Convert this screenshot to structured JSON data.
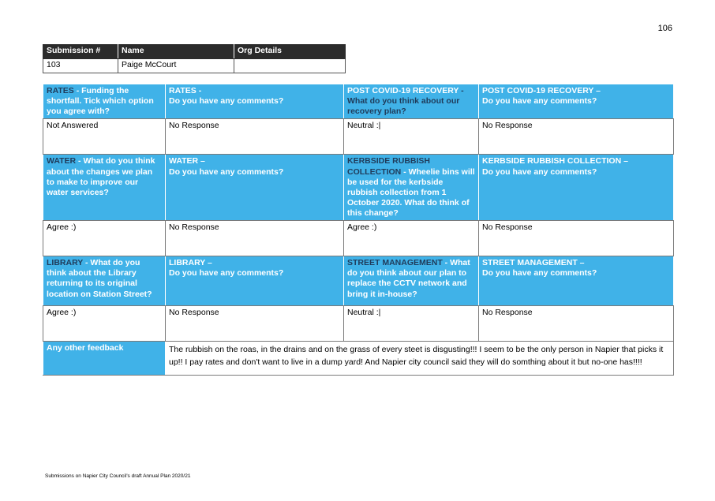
{
  "page_number": "106",
  "submission": {
    "headers": [
      "Submission #",
      "Name",
      "Org Details"
    ],
    "values": [
      "103",
      "Paige McCourt",
      ""
    ]
  },
  "rates": {
    "q1_title": "RATES",
    "q1_question": " - Funding the shortfall. Tick which option you agree with?",
    "q1_answer": "Not Answered",
    "q2_title": "RATES -",
    "q2_question": "Do you have any comments?",
    "q2_answer": "No Response"
  },
  "covid": {
    "q1_title": "POST COVID-19 RECOVERY",
    "q1_sep": " - ",
    "q1_question": "What do you think about our recovery plan?",
    "q1_answer": "Neutral :|",
    "q2_title": "POST COVID-19 RECOVERY –",
    "q2_question": "Do you have any comments?",
    "q2_answer": "No Response"
  },
  "water": {
    "q1_title": "WATER",
    "q1_question": " - What do you think about the changes we plan to make to improve our water services?",
    "q1_answer": "Agree :)",
    "q2_title": "WATER –",
    "q2_question": "Do you have any comments?",
    "q2_answer": "No Response"
  },
  "kerbside": {
    "q1_title": "KERBSIDE RUBBISH COLLECTION",
    "q1_question": " - Wheelie bins will be used for the kerbside rubbish collection from 1 October 2020. What do think of this change?",
    "q1_answer": "Agree :)",
    "q2_title": "KERBSIDE RUBBISH COLLECTION –",
    "q2_question": "Do you have any comments?",
    "q2_answer": "No Response"
  },
  "library": {
    "q1_title": "LIBRARY",
    "q1_question": " - What do you think about the Library returning to its original location on Station Street?",
    "q1_answer": "Agree :)",
    "q2_title": "LIBRARY –",
    "q2_question": "Do you have any comments?",
    "q2_answer": "No Response"
  },
  "street": {
    "q1_title": "STREET MANAGEMENT",
    "q1_sep": " - ",
    "q1_question": "What do you think about our plan to replace the CCTV network and bring it in-house?",
    "q1_answer": "Neutral :|",
    "q2_title": "STREET MANAGEMENT –",
    "q2_question": "Do you have any comments?",
    "q2_answer": "No Response"
  },
  "feedback": {
    "label": "Any other feedback",
    "text": "The rubbish on the roas, in the drains and on the grass of every steet is disgusting!!! I seem to be the only person in Napier that picks it up!! I pay rates and don't want to live in a dump yard! And Napier city council said they will do somthing about it but no-one has!!!!"
  },
  "footer": "Submissions on Napier City Council's draft Annual Plan 2020/21",
  "colors": {
    "header_blue": "#40b2e8",
    "header_dark": "#2b2b2b",
    "title_dark": "#1f3b5a"
  }
}
